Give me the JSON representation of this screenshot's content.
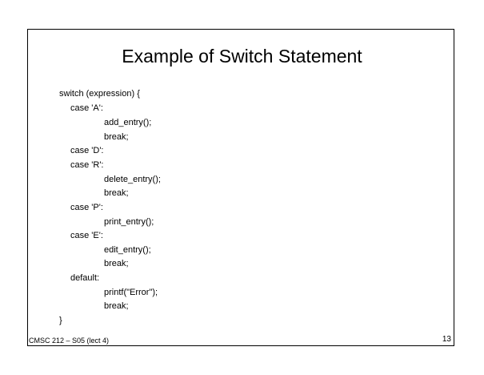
{
  "slide": {
    "title": "Example of Switch Statement",
    "code_lines": [
      "switch (expression) {",
      "case 'A':",
      "add_entry();",
      "break;",
      "case 'D':",
      "case 'R':",
      "delete_entry();",
      "break;",
      "case 'P':",
      "print_entry();",
      "case 'E':",
      "edit_entry();",
      "break;",
      "default:",
      "printf(\"Error\");",
      "break;",
      "}"
    ],
    "footer": "CMSC 212 – S05 (lect 4)",
    "page_number": "13"
  }
}
